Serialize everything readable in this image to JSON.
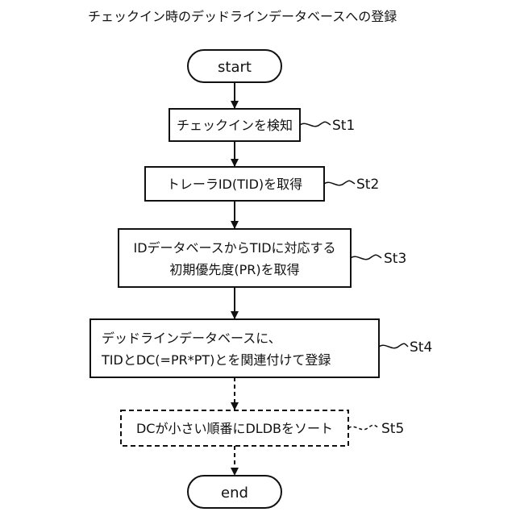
{
  "title": "チェックイン時のデッドラインデータベースへの登録",
  "start_label": "start",
  "end_label": "end",
  "steps": [
    {
      "id": "St1",
      "lines": [
        "チェックインを検知"
      ]
    },
    {
      "id": "St2",
      "lines": [
        "トレーラID(TID)を取得"
      ]
    },
    {
      "id": "St3",
      "lines": [
        "IDデータベースからTIDに対応する",
        "初期優先度(PR)を取得"
      ]
    },
    {
      "id": "St4",
      "lines": [
        "デッドラインデータベースに、",
        "TIDとDC(=PR*PT)とを関連付けて登録"
      ]
    },
    {
      "id": "St5",
      "lines": [
        "DCが小さい順番にDLDBをソート"
      ],
      "dashed": true
    }
  ]
}
